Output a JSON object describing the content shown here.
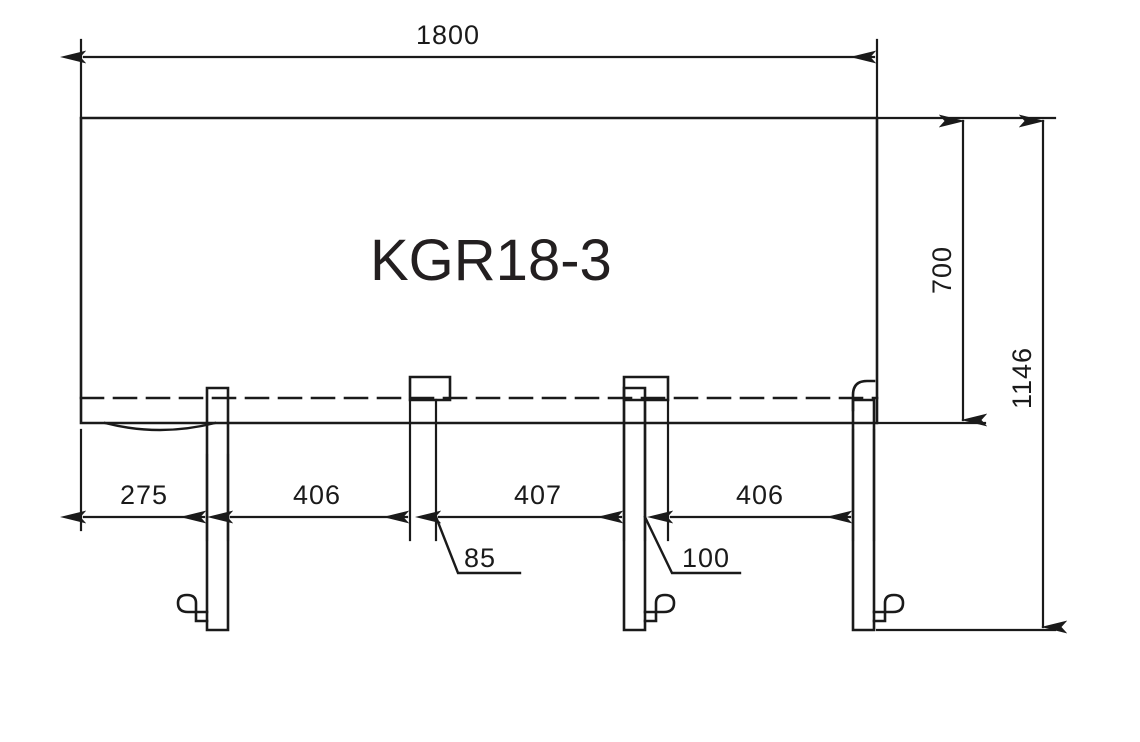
{
  "drawing": {
    "part_label": "KGR18-3",
    "units": "mm",
    "line_color": "#1a1a1a",
    "label_color": "#231f20",
    "background_color": "#ffffff"
  },
  "dimensions": {
    "overall_width": "1800",
    "panel_height": "700",
    "overall_height": "1146",
    "chain": [
      {
        "value": "275"
      },
      {
        "value": "406"
      },
      {
        "value": "407"
      },
      {
        "value": "406"
      }
    ],
    "callouts": [
      {
        "value": "85"
      },
      {
        "value": "100"
      }
    ]
  },
  "chart_data": {
    "type": "table",
    "title": "KGR18-3",
    "categories": [
      "overall_width",
      "panel_height",
      "overall_height",
      "seg_275",
      "seg_406_a",
      "seg_407",
      "seg_406_b",
      "callout_85",
      "callout_100"
    ],
    "values": [
      1800,
      700,
      1146,
      275,
      406,
      407,
      406,
      85,
      100
    ]
  }
}
